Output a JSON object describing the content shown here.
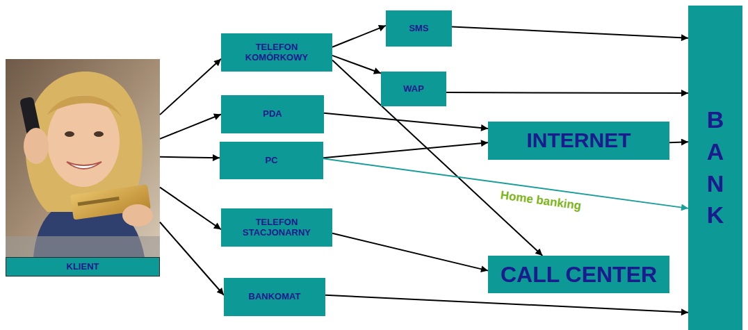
{
  "diagram": {
    "nodes": [
      {
        "text": [
          "KLIENT"
        ]
      },
      {
        "text": [
          "TELEFON KOMÓRKOWY"
        ]
      },
      {
        "text": [
          "SMS"
        ]
      },
      {
        "text": [
          "WAP"
        ]
      },
      {
        "text": [
          "PDA"
        ]
      },
      {
        "text": [
          "PC"
        ]
      },
      {
        "text": [
          "INTERNET"
        ]
      },
      {
        "text": [
          "TELEFON STACJONARNY"
        ]
      },
      {
        "text": [
          "CALL CENTER"
        ]
      },
      {
        "text": [
          "BANKOMAT"
        ]
      },
      {
        "text": [
          "BANK"
        ]
      }
    ],
    "edges": [
      {
        "from": 0,
        "to": 1,
        "arrow": "to"
      },
      {
        "from": 0,
        "to": 4,
        "arrow": "to"
      },
      {
        "from": 0,
        "to": 5,
        "arrow": "to"
      },
      {
        "from": 0,
        "to": 7,
        "arrow": "to"
      },
      {
        "from": 0,
        "to": 9,
        "arrow": "to"
      },
      {
        "from": 1,
        "to": 2,
        "arrow": "to"
      },
      {
        "from": 1,
        "to": 3,
        "arrow": "to"
      },
      {
        "from": 1,
        "to": 8,
        "arrow": "to"
      },
      {
        "from": 2,
        "to": 10,
        "arrow": "to"
      },
      {
        "from": 3,
        "to": 10,
        "arrow": "to"
      },
      {
        "from": 4,
        "to": 6,
        "arrow": "to"
      },
      {
        "from": 5,
        "to": 6,
        "arrow": "to"
      },
      {
        "from": 6,
        "to": 10,
        "arrow": "to"
      },
      {
        "from": 5,
        "to": 10,
        "label": "Home banking",
        "arrow": "to"
      },
      {
        "from": 7,
        "to": 8,
        "arrow": "to"
      },
      {
        "from": 9,
        "to": 10,
        "arrow": "to"
      }
    ]
  }
}
